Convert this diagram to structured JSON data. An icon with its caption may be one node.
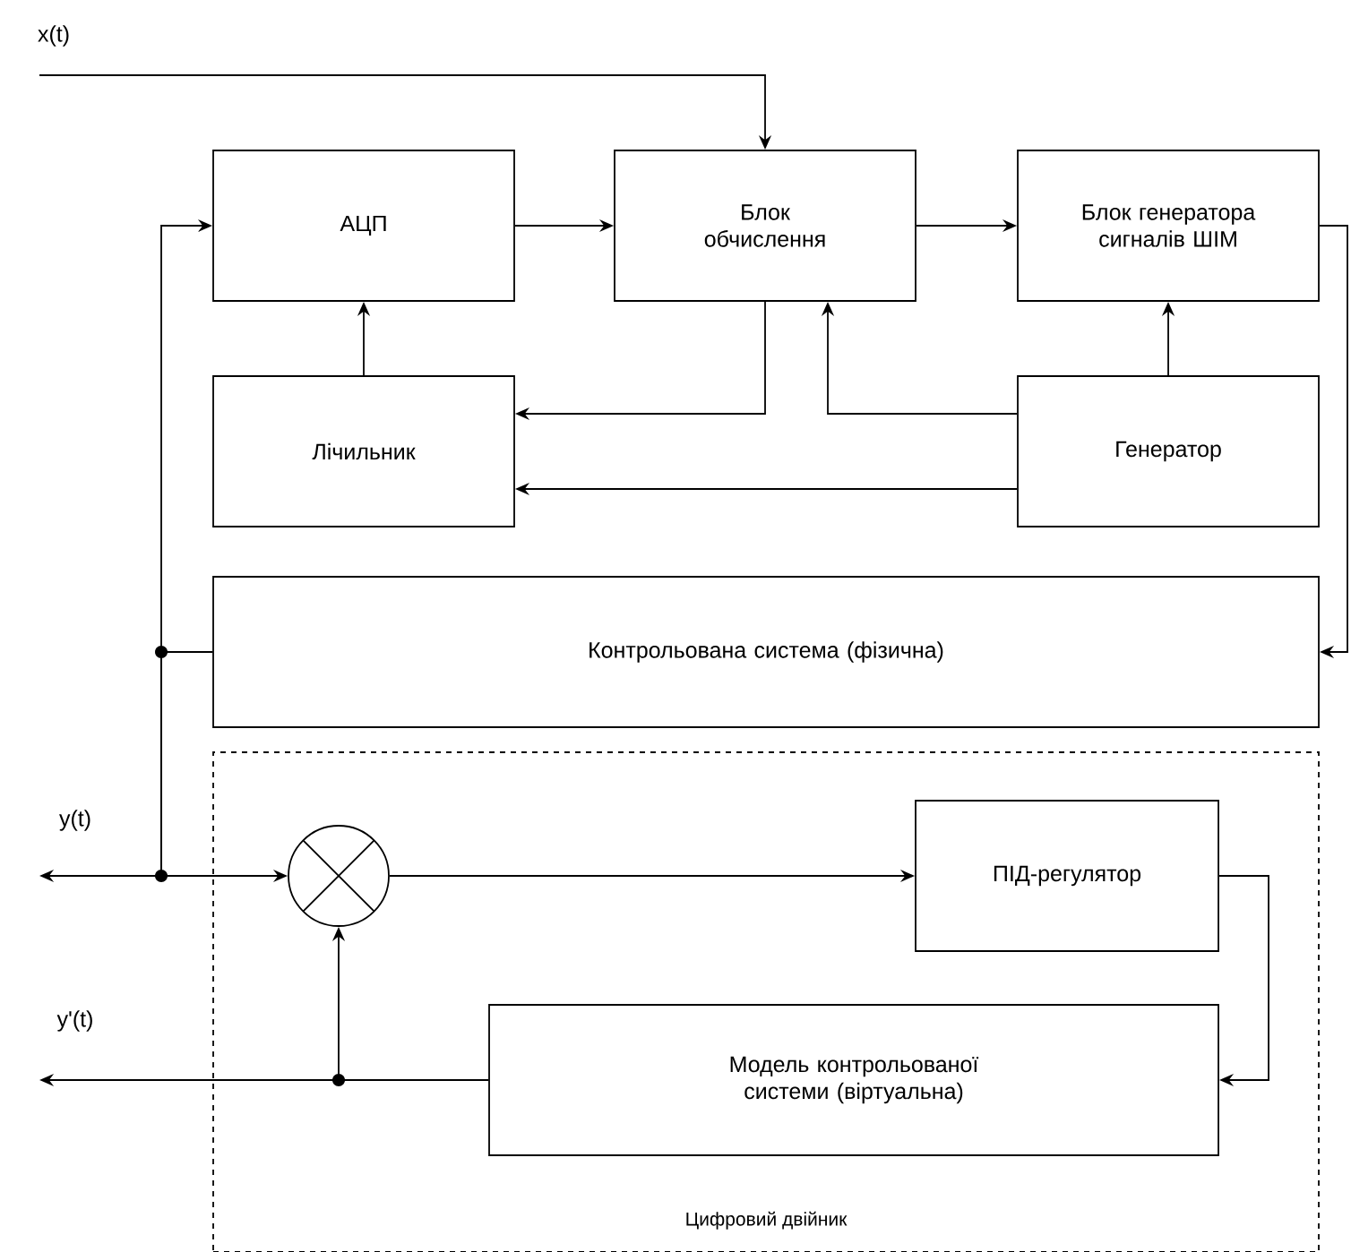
{
  "diagram": {
    "nodes": [
      {
        "text": [
          "АЦП"
        ]
      },
      {
        "text": [
          "Блок обчислення"
        ]
      },
      {
        "text": [
          "Блок генератора сигналів ШІМ"
        ]
      },
      {
        "text": [
          "Лічильник"
        ]
      },
      {
        "text": [
          "Генератор"
        ]
      },
      {
        "text": [
          "Контрольована система (фізична)"
        ]
      },
      {
        "text": [
          "Цифровий двійник"
        ]
      },
      {
        "text": [],
        "shape": "circle",
        "in": 6
      },
      {
        "text": [
          "ПІД-регулятор"
        ],
        "in": 6
      },
      {
        "text": [
          "Модель контрольованої системи (віртуальна)"
        ],
        "in": 6
      }
    ],
    "edges": [
      {
        "from": null,
        "to": 1,
        "arrow": "to"
      },
      {
        "from": 0,
        "to": 1,
        "arrow": "to"
      },
      {
        "from": 1,
        "to": 2,
        "arrow": "to"
      },
      {
        "from": 3,
        "to": 0,
        "arrow": "to"
      },
      {
        "from": 1,
        "to": 3,
        "arrow": "to"
      },
      {
        "from": 4,
        "to": 1,
        "arrow": "to"
      },
      {
        "from": 4,
        "to": 3,
        "arrow": "to"
      },
      {
        "from": 4,
        "to": 2,
        "arrow": "to"
      },
      {
        "from": 2,
        "to": 5,
        "arrow": "to"
      },
      {
        "from": 5,
        "to": 0,
        "arrow": "to"
      },
      {
        "from": 5,
        "to": 7,
        "arrow": "to"
      },
      {
        "from": 5,
        "to": null,
        "arrow": "to"
      },
      {
        "from": 7,
        "to": 8,
        "arrow": "to"
      },
      {
        "from": 8,
        "to": 9,
        "arrow": "to"
      },
      {
        "from": 9,
        "to": 7,
        "arrow": "to"
      },
      {
        "from": 9,
        "to": null,
        "arrow": "to"
      }
    ],
    "labels": [
      "x(t)",
      "y(t)",
      "y'(t)"
    ]
  }
}
